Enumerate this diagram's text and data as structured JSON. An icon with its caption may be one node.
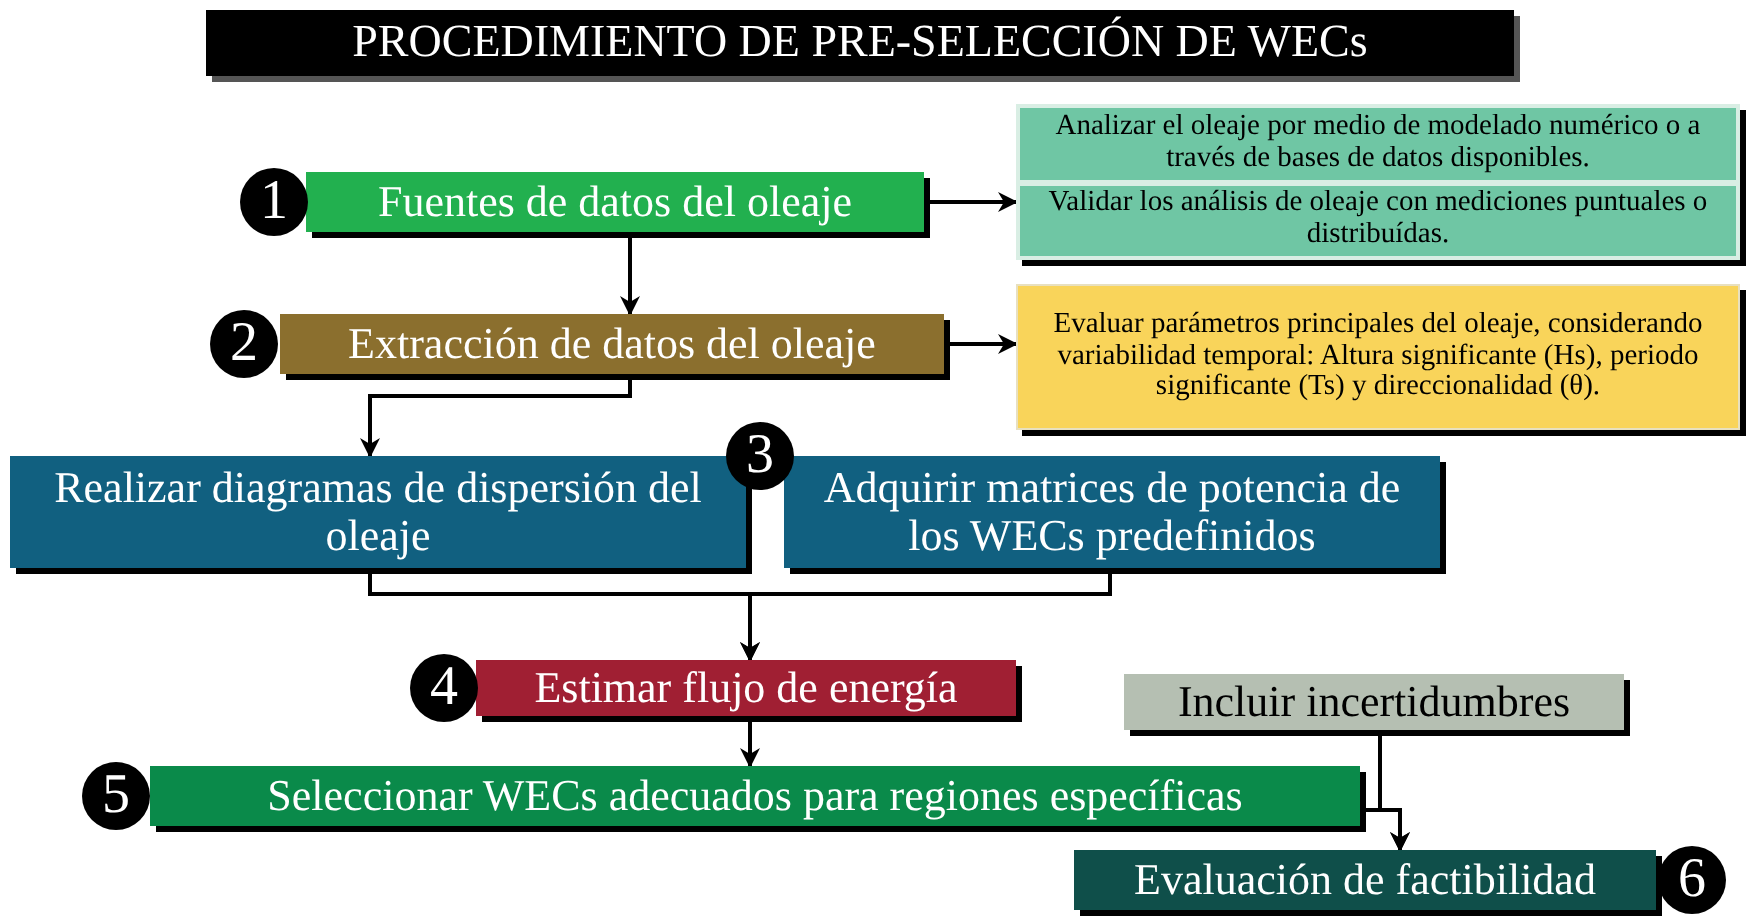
{
  "diagram": {
    "title": "PROCEDIMIENTO DE PRE-SELECCIÓN DE WECs",
    "nodes": [
      {
        "text": [
          "Fuentes de datos del oleaje"
        ],
        "beside": [
          "1"
        ]
      },
      {
        "text": [
          "Analizar el oleaje por medio de modelado numérico o a través de bases de datos disponibles.",
          "Validar los análisis de oleaje con mediciones puntuales o distribuídas."
        ]
      },
      {
        "text": [
          "Extracción de datos del oleaje"
        ],
        "beside": [
          "2"
        ]
      },
      {
        "text": [
          "Evaluar parámetros principales del oleaje, considerando variabilidad temporal: Altura significante (Hs), periodo significante (Ts) y direccionalidad (θ)."
        ]
      },
      {
        "text": [
          "Realizar diagramas de dispersión del oleaje"
        ]
      },
      {
        "text": [
          "Adquirir matrices de potencia de los WECs predefinidos"
        ]
      },
      {
        "text": [
          "Estimar flujo de energía"
        ],
        "beside": [
          "4"
        ]
      },
      {
        "text": [
          "Seleccionar WECs adecuados para regiones específicas"
        ],
        "beside": [
          "5"
        ]
      },
      {
        "text": [
          "Incluir incertidumbres"
        ]
      },
      {
        "text": [
          "Evaluación de factibilidad"
        ],
        "beside": [
          "6"
        ]
      }
    ],
    "edges": [
      {
        "from": 0,
        "to": 1,
        "arrow": "to"
      },
      {
        "from": 0,
        "to": 2,
        "arrow": "to"
      },
      {
        "from": 2,
        "to": 3,
        "arrow": "to"
      },
      {
        "from": 2,
        "to": 4,
        "arrow": "to"
      },
      {
        "from": 4,
        "to": 6,
        "arrow": "to"
      },
      {
        "from": 5,
        "to": 6,
        "arrow": "to"
      },
      {
        "from": 6,
        "to": 7,
        "arrow": "to"
      },
      {
        "from": 7,
        "to": 9,
        "arrow": "to"
      },
      {
        "from": 8,
        "to": 9,
        "arrow": "to"
      }
    ],
    "labels": [
      "3"
    ]
  }
}
